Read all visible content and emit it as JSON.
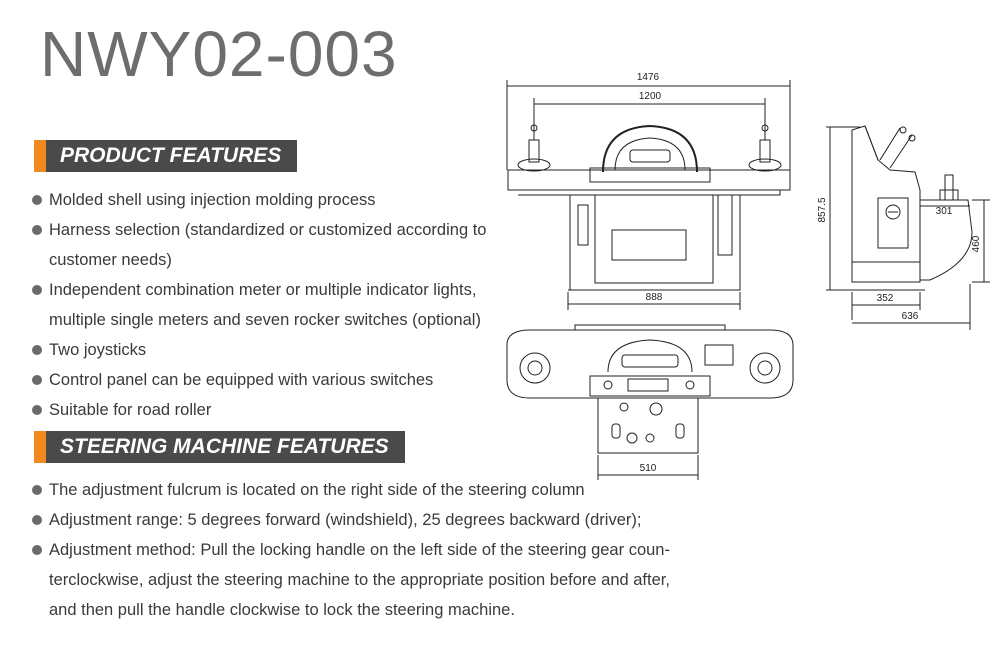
{
  "title": "NWY02-003",
  "product_features": {
    "header": "PRODUCT FEATURES",
    "items": [
      "Molded shell using injection molding process",
      "Harness selection (standardized or customized according to",
      "customer needs)",
      "Independent combination meter or multiple indicator lights,",
      "multiple single meters and seven rocker switches (optional)",
      "Two joysticks",
      "Control panel can be equipped with various switches",
      "Suitable for road roller"
    ]
  },
  "steering_features": {
    "header": "STEERING MACHINE FEATURES",
    "items": [
      "The adjustment fulcrum is located on the right side of the steering column",
      "Adjustment range: 5 degrees forward (windshield), 25 degrees backward (driver);",
      "Adjustment method: Pull the locking handle on the left side of the steering gear coun-",
      "terclockwise, adjust the steering machine to the appropriate position before and after,",
      "and then pull the handle clockwise to lock the steering machine."
    ]
  },
  "drawing": {
    "front_view": {
      "overall_width": "1476",
      "joystick_span": "1200",
      "base_width": "888"
    },
    "top_view": {
      "panel_width": "510"
    },
    "side_view": {
      "height": "857.5",
      "console_height": "460",
      "console_depth": "301",
      "base_depth": "352",
      "overall_depth": "636"
    }
  }
}
